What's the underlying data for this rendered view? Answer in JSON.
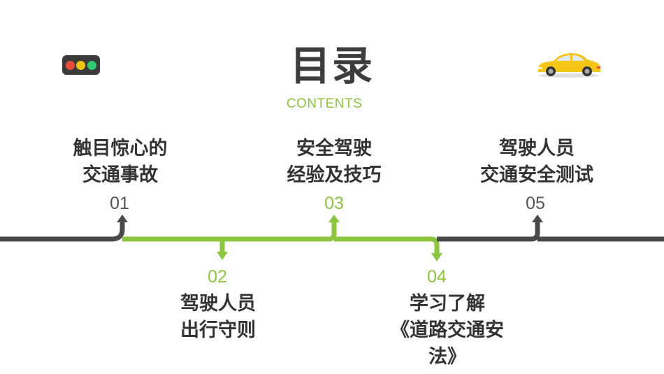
{
  "header": {
    "title": "目录",
    "subtitle": "CONTENTS"
  },
  "icons": {
    "traffic_light": "traffic-light-icon",
    "car": "car-icon"
  },
  "colors": {
    "accent_green": "#8cc63f",
    "line_dark": "#4a4a4a",
    "text_dark": "#333333",
    "car_yellow": "#f5c518",
    "light_red": "#e74c3c",
    "light_yellow": "#f1c40f",
    "light_green": "#2ecc71"
  },
  "items": [
    {
      "number": "01",
      "line1": "触目惊心的",
      "line2": "交通事故"
    },
    {
      "number": "02",
      "line1": "驾驶人员",
      "line2": "出行守则"
    },
    {
      "number": "03",
      "line1": "安全驾驶",
      "line2": "经验及技巧"
    },
    {
      "number": "04",
      "line1": "学习了解",
      "line2": "《道路交通安",
      "line3": "法》"
    },
    {
      "number": "05",
      "line1": "驾驶人员",
      "line2": "交通安全测试"
    }
  ]
}
